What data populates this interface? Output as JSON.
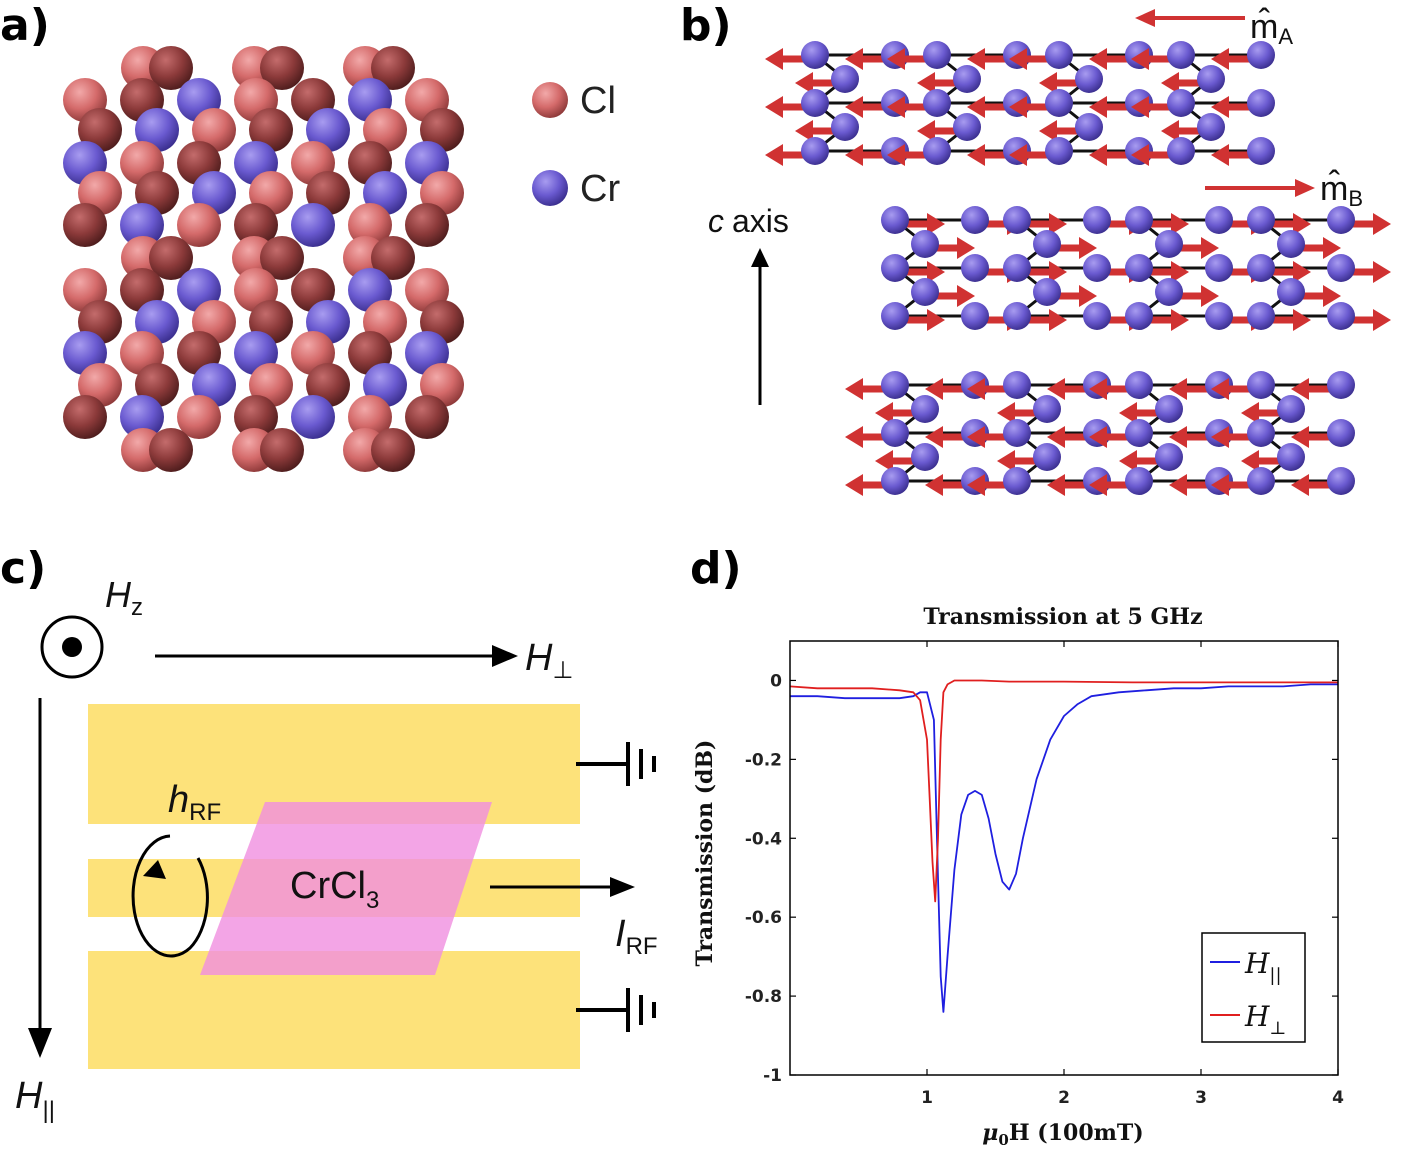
{
  "panels": {
    "a": {
      "label": "a)",
      "legend": [
        {
          "text": "Cl",
          "color": "#d46a6a"
        },
        {
          "text": "Cr",
          "color": "#6a5ad0"
        }
      ]
    },
    "b": {
      "label": "b)",
      "m_a": "m̂",
      "m_a_sub": "A",
      "m_b": "m̂",
      "m_b_sub": "B",
      "axis_label": "c",
      "axis_word": "axis"
    },
    "c": {
      "label": "c)",
      "hz": "H",
      "hz_sub": "z",
      "hperp": "H",
      "hperp_sub": "⊥",
      "hpar": "H",
      "hpar_sub": "||",
      "hrf": "h",
      "hrf_sub": "RF",
      "irf": "I",
      "irf_sub": "RF",
      "sample": "CrCl",
      "sample_sub": "3",
      "colors": {
        "strip": "#fde27a",
        "sample": "#f08fe0"
      }
    },
    "d": {
      "label": "d)"
    }
  },
  "chart_data": {
    "type": "line",
    "title": "Transmission at 5 GHz",
    "xlabel_prefix": "μ",
    "xlabel_sub": "0",
    "xlabel_rest": "H (100mT)",
    "ylabel": "Transmission (dB)",
    "xlim": [
      0,
      4
    ],
    "ylim": [
      -1,
      0.1
    ],
    "xticks": [
      1,
      2,
      3,
      4
    ],
    "yticks": [
      0,
      -0.2,
      -0.4,
      -0.6,
      -0.8,
      -1
    ],
    "ytick_labels": [
      "0",
      "-0.2",
      "-0.4",
      "-0.6",
      "-0.8",
      "-1"
    ],
    "xtick_labels": [
      "1",
      "2",
      "3",
      "4"
    ],
    "legend_position": "bottom-right",
    "series": [
      {
        "name": "H",
        "name_sub": "||",
        "color": "#1f1fe0",
        "x": [
          0.0,
          0.2,
          0.4,
          0.6,
          0.8,
          0.9,
          0.95,
          1.0,
          1.05,
          1.08,
          1.1,
          1.12,
          1.15,
          1.2,
          1.25,
          1.3,
          1.35,
          1.4,
          1.45,
          1.5,
          1.55,
          1.6,
          1.65,
          1.7,
          1.8,
          1.9,
          2.0,
          2.1,
          2.2,
          2.4,
          2.6,
          2.8,
          3.0,
          3.2,
          3.4,
          3.6,
          3.8,
          4.0
        ],
        "y": [
          -0.04,
          -0.04,
          -0.045,
          -0.045,
          -0.045,
          -0.04,
          -0.03,
          -0.03,
          -0.1,
          -0.5,
          -0.75,
          -0.84,
          -0.7,
          -0.48,
          -0.34,
          -0.29,
          -0.28,
          -0.29,
          -0.35,
          -0.44,
          -0.51,
          -0.53,
          -0.49,
          -0.4,
          -0.25,
          -0.15,
          -0.09,
          -0.06,
          -0.04,
          -0.03,
          -0.025,
          -0.02,
          -0.02,
          -0.015,
          -0.015,
          -0.015,
          -0.01,
          -0.01
        ]
      },
      {
        "name": "H",
        "name_sub": "⊥",
        "color": "#e01f1f",
        "x": [
          0.0,
          0.2,
          0.4,
          0.6,
          0.8,
          0.9,
          0.95,
          1.0,
          1.02,
          1.04,
          1.06,
          1.08,
          1.1,
          1.12,
          1.15,
          1.2,
          1.4,
          1.6,
          2.0,
          2.5,
          3.0,
          3.5,
          4.0
        ],
        "y": [
          -0.015,
          -0.02,
          -0.02,
          -0.02,
          -0.025,
          -0.03,
          -0.05,
          -0.15,
          -0.3,
          -0.46,
          -0.56,
          -0.4,
          -0.15,
          -0.03,
          -0.01,
          -0.0,
          0.0,
          -0.003,
          -0.003,
          -0.005,
          -0.005,
          -0.005,
          -0.005
        ]
      }
    ]
  }
}
